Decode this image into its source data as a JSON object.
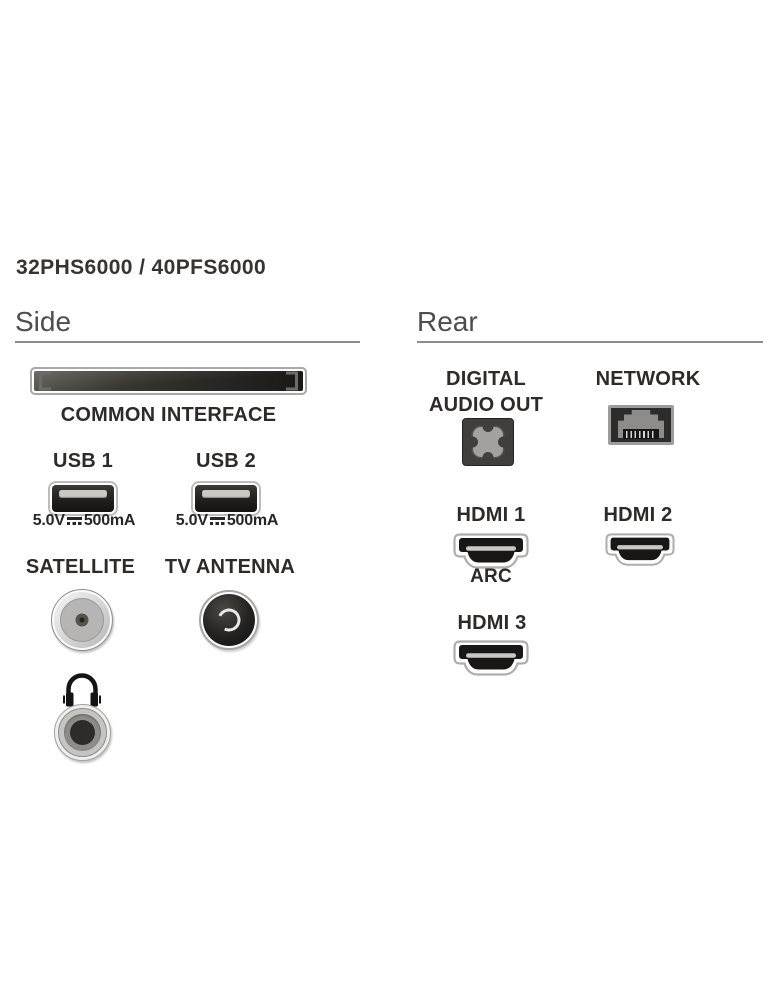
{
  "title": "32PHS6000 / 40PFS6000",
  "side": {
    "heading": "Side",
    "common_interface_label": "COMMON INTERFACE",
    "usb1_label": "USB 1",
    "usb2_label": "USB 2",
    "usb_power_voltage": "5.0V",
    "usb_power_current": "500mA",
    "satellite_label": "SATELLITE",
    "tv_antenna_label": "TV ANTENNA"
  },
  "rear": {
    "heading": "Rear",
    "digital_audio_out_line1": "DIGITAL",
    "digital_audio_out_line2": "AUDIO OUT",
    "network_label": "NETWORK",
    "hdmi1_label": "HDMI 1",
    "hdmi1_sublabel": "ARC",
    "hdmi2_label": "HDMI 2",
    "hdmi3_label": "HDMI 3"
  },
  "icons": {
    "common_interface_slot": "card-slot-icon",
    "usb_port": "usb-a-port-icon",
    "dc_power": "dc-symbol-icon",
    "satellite_connector": "f-type-connector-icon",
    "tv_antenna_connector": "iec-antenna-connector-icon",
    "headphones": "headphones-icon",
    "headphone_jack": "audio-jack-icon",
    "digital_audio_out": "optical-toslink-icon",
    "network": "rj45-ethernet-icon",
    "hdmi": "hdmi-port-icon"
  },
  "colors": {
    "background": "#ffffff",
    "text": "#2d2b29",
    "heading": "#4d4d4d",
    "rule": "#8c8c8c",
    "port_dark": "#1d1b19",
    "frame_gray": "#b3b3b3"
  }
}
